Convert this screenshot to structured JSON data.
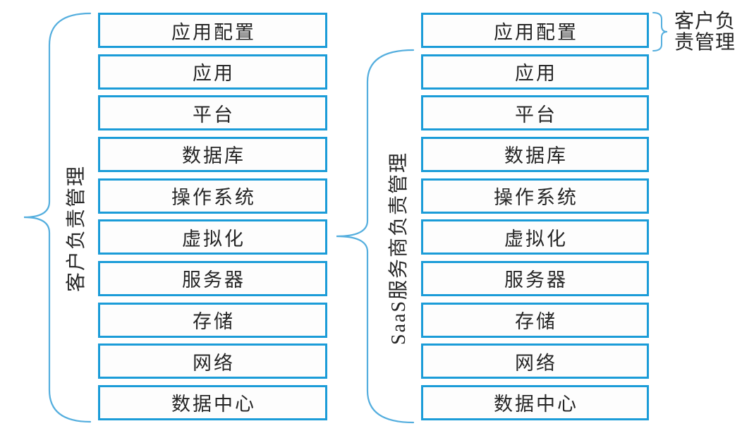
{
  "diagram": {
    "left_stack": {
      "brace_label": "客户负责管理",
      "layers": [
        "应用配置",
        "应用",
        "平台",
        "数据库",
        "操作系统",
        "虚拟化",
        "服务器",
        "存储",
        "网络",
        "数据中心"
      ]
    },
    "right_stack": {
      "brace_label": "SaaS服务商负责管理",
      "top_right_label": "客户负责管理",
      "layers": [
        "应用配置",
        "应用",
        "平台",
        "数据库",
        "操作系统",
        "虚拟化",
        "服务器",
        "存储",
        "网络",
        "数据中心"
      ]
    },
    "colors": {
      "box_border": "#1b9cd8",
      "brace_stroke": "#54aede",
      "text": "#262626",
      "background": "#ffffff"
    }
  }
}
